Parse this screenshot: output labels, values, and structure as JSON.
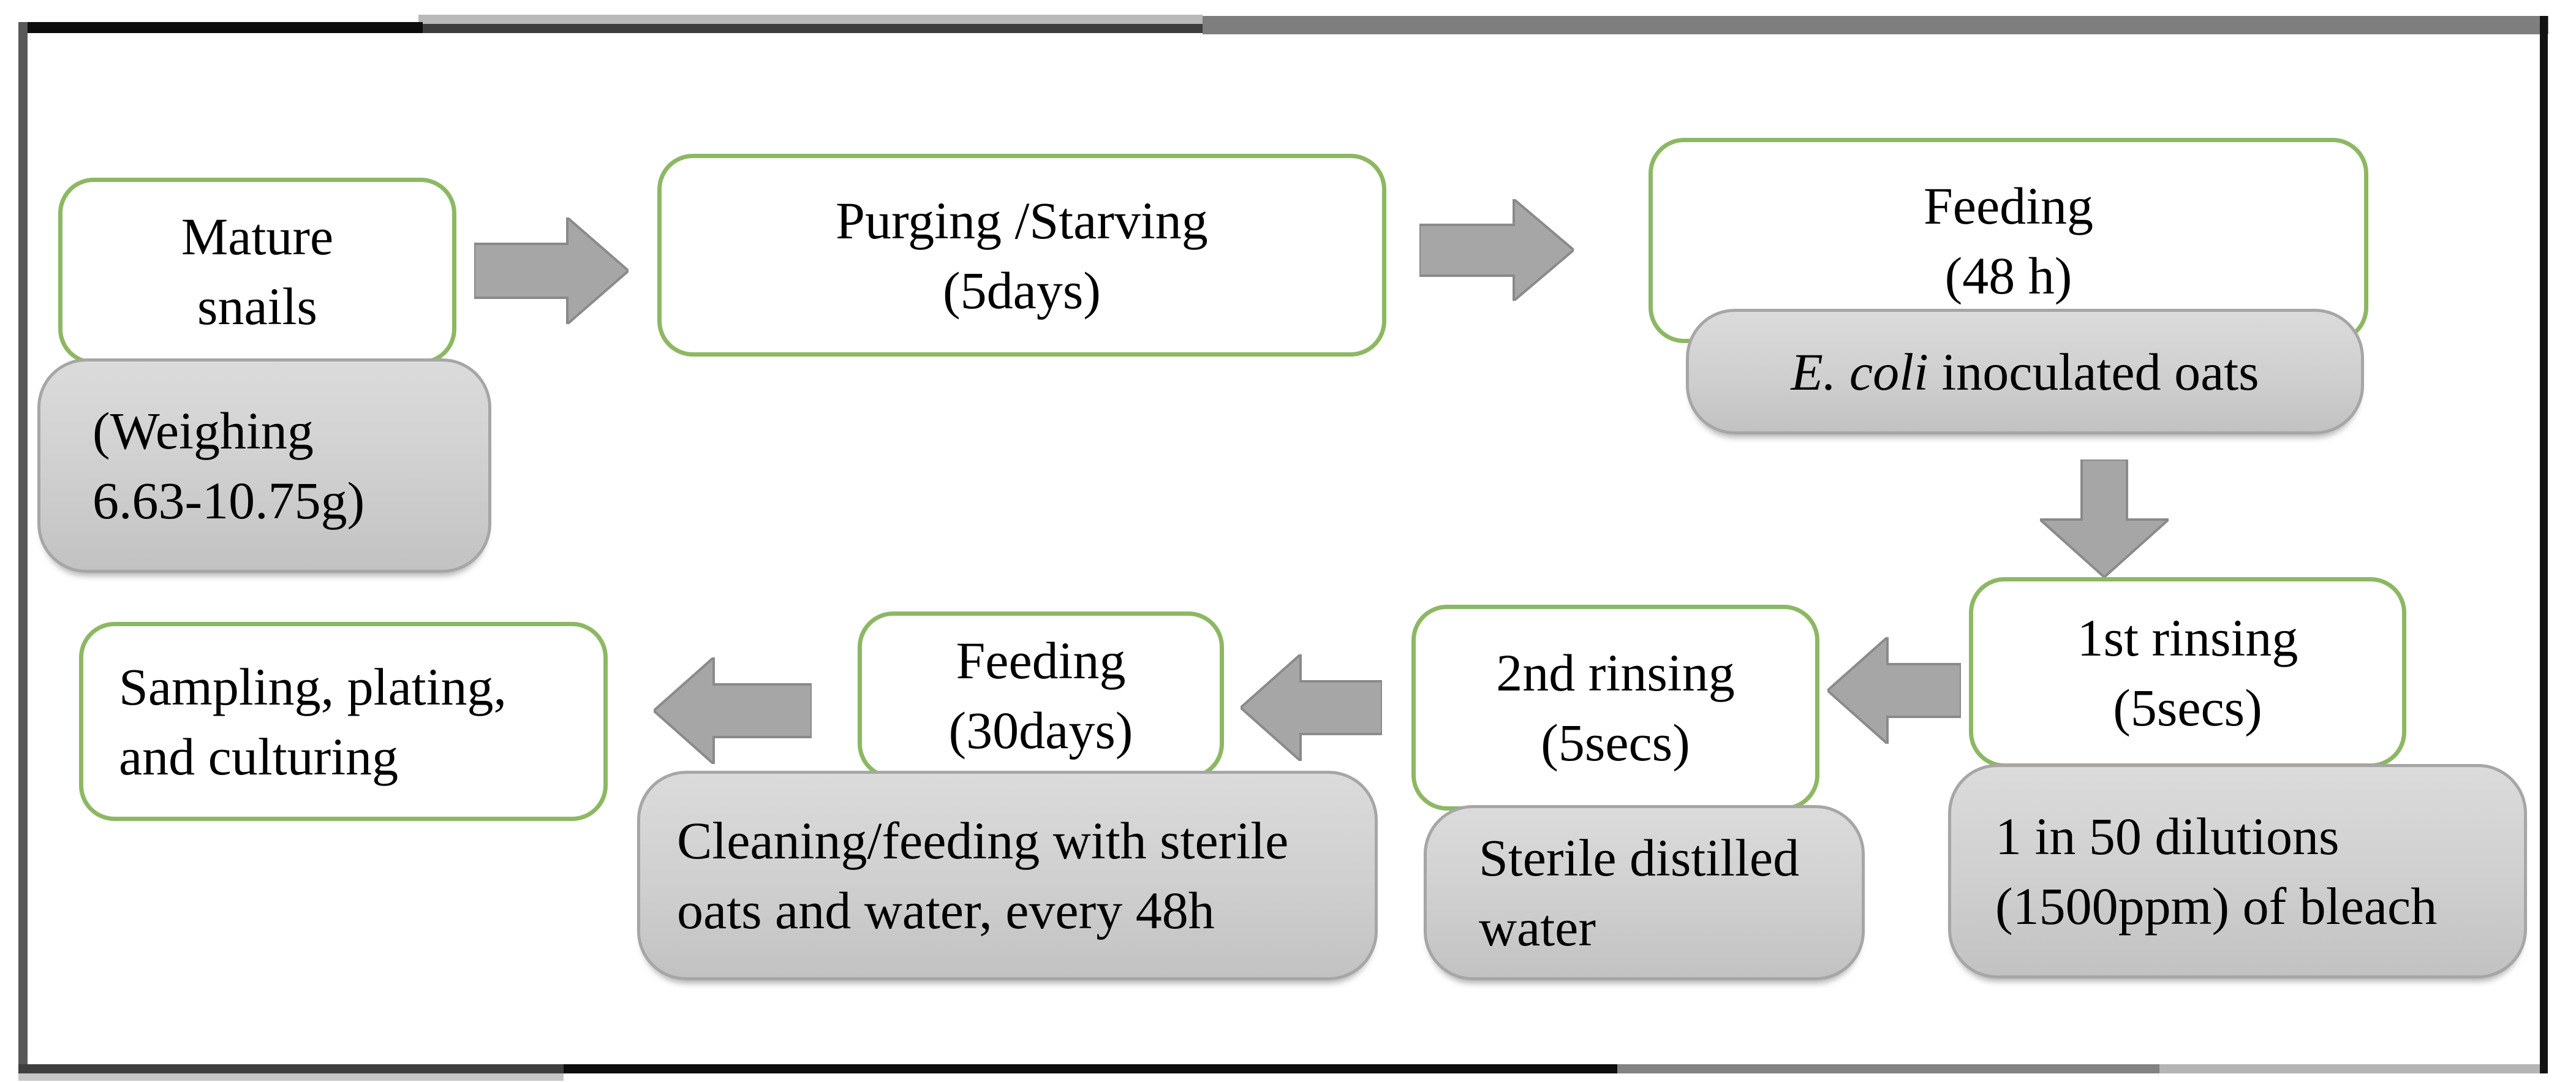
{
  "figure": {
    "type": "flowchart",
    "description_visible_text_only": true
  },
  "colors": {
    "node_border_green": "#8cb863",
    "gray_note_fill": "#cfcfcf",
    "gray_note_border": "#a6a6a6",
    "arrow_gray": "#a6a6a6",
    "frame_black": "#0c0c0c",
    "frame_dark_gray": "#3d3d3d",
    "frame_mid_gray": "#7e7e7e",
    "text_color": "#000000"
  },
  "nodes": {
    "mature_snails": {
      "lines": [
        "Mature",
        "snails"
      ]
    },
    "weighing_note": {
      "lines": [
        "(Weighing",
        "6.63-10.75g)"
      ]
    },
    "purging_starving": {
      "lines": [
        "Purging /Starving",
        "(5days)"
      ]
    },
    "feeding_48h": {
      "lines": [
        "Feeding",
        "(48 h)"
      ]
    },
    "ecoli_oats_note": {
      "italic": "E. coli",
      "rest": " inoculated oats"
    },
    "first_rinsing": {
      "lines": [
        "1st rinsing",
        "(5secs)"
      ]
    },
    "bleach_note": {
      "lines": [
        "1 in 50 dilutions",
        "(1500ppm) of bleach"
      ]
    },
    "second_rinsing": {
      "lines": [
        "2nd rinsing",
        "(5secs)"
      ]
    },
    "sterile_water_note": {
      "lines": [
        "Sterile distilled",
        "water"
      ]
    },
    "feeding_30days": {
      "lines": [
        "Feeding",
        "(30days)"
      ]
    },
    "cleaning_note": {
      "lines": [
        "Cleaning/feeding with sterile",
        "oats and water, every 48h"
      ]
    },
    "sampling": {
      "lines": [
        "Sampling, plating,",
        "and culturing"
      ]
    }
  },
  "arrows": [
    {
      "direction": "right",
      "from": "mature_snails",
      "to": "purging_starving"
    },
    {
      "direction": "right",
      "from": "purging_starving",
      "to": "feeding_48h"
    },
    {
      "direction": "down",
      "from": "feeding_48h",
      "to": "first_rinsing"
    },
    {
      "direction": "left",
      "from": "first_rinsing",
      "to": "second_rinsing"
    },
    {
      "direction": "left",
      "from": "second_rinsing",
      "to": "feeding_30days"
    },
    {
      "direction": "left",
      "from": "feeding_30days",
      "to": "sampling"
    }
  ]
}
